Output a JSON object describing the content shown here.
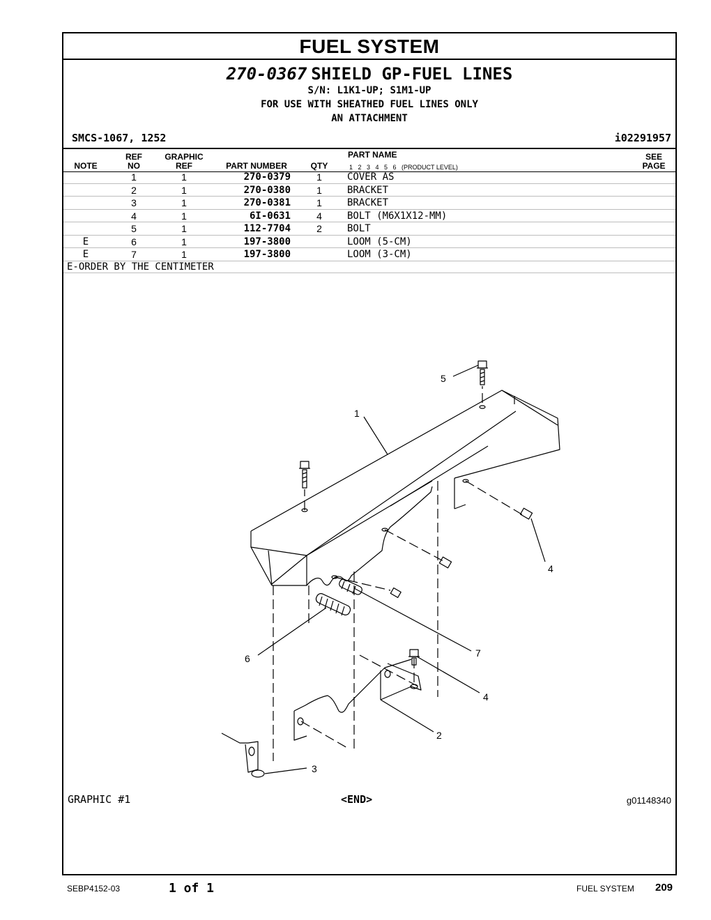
{
  "section_title": "FUEL SYSTEM",
  "group": {
    "part_number": "270-0367",
    "name": "SHIELD GP-FUEL LINES",
    "serial": "S/N: L1K1-UP; S1M1-UP",
    "usage": "FOR USE WITH SHEATHED FUEL LINES ONLY",
    "type": "AN ATTACHMENT"
  },
  "smcs": "SMCS-1067, 1252",
  "illustration_id": "i02291957",
  "columns": {
    "note": "NOTE",
    "ref_top": "REF",
    "ref_bottom": "NO",
    "gref_top": "GRAPHIC",
    "gref_bottom": "REF",
    "part_number": "PART NUMBER",
    "qty": "QTY",
    "part_name": "PART NAME",
    "levels": "1   2   3   4   5   6   (PRODUCT LEVEL)",
    "see_top": "SEE",
    "see_bottom": "PAGE"
  },
  "parts": [
    {
      "note": "",
      "ref": "1",
      "gref": "1",
      "pn": "270-0379",
      "qty": "1",
      "name": "COVER AS"
    },
    {
      "note": "",
      "ref": "2",
      "gref": "1",
      "pn": "270-0380",
      "qty": "1",
      "name": "BRACKET"
    },
    {
      "note": "",
      "ref": "3",
      "gref": "1",
      "pn": "270-0381",
      "qty": "1",
      "name": "BRACKET"
    },
    {
      "note": "",
      "ref": "4",
      "gref": "1",
      "pn": "6I-0631",
      "qty": "4",
      "name": "BOLT (M6X1X12-MM)"
    },
    {
      "note": "",
      "ref": "5",
      "gref": "1",
      "pn": "112-7704",
      "qty": "2",
      "name": "BOLT"
    },
    {
      "note": "E",
      "ref": "6",
      "gref": "1",
      "pn": "197-3800",
      "qty": "",
      "name": "LOOM (5-CM)"
    },
    {
      "note": "E",
      "ref": "7",
      "gref": "1",
      "pn": "197-3800",
      "qty": "",
      "name": "LOOM (3-CM)"
    }
  ],
  "footnote": "E-ORDER BY THE CENTIMETER",
  "callouts": {
    "c1": "1",
    "c2": "2",
    "c3": "3",
    "c4a": "4",
    "c4b": "4",
    "c5": "5",
    "c6": "6",
    "c7": "7"
  },
  "graphic_label": "GRAPHIC #1",
  "end_label": "<END>",
  "graphic_id": "g01148340",
  "footer": {
    "doc": "SEBP4152-03",
    "page_of": "1 of 1",
    "section": "FUEL SYSTEM",
    "page": "209"
  }
}
